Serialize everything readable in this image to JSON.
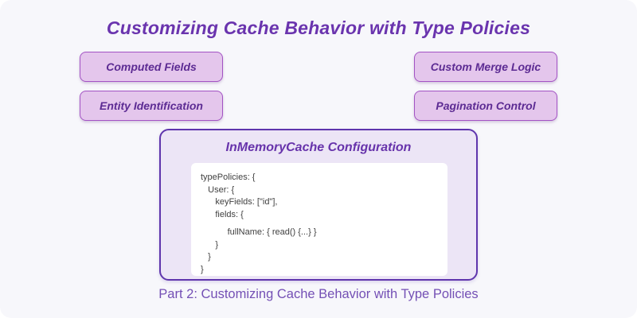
{
  "title": "Customizing Cache Behavior with Type Policies",
  "features": [
    {
      "label": "Computed Fields"
    },
    {
      "label": "Entity Identification"
    },
    {
      "label": "Custom Merge Logic"
    },
    {
      "label": "Pagination Control"
    }
  ],
  "config_panel": {
    "title": "InMemoryCache Configuration",
    "code_lines": [
      "typePolicies: {",
      "   User: {",
      "      keyFields: [\"id\"],",
      "      fields: {",
      "           fullName: { read() {...} }",
      "      }",
      "   }",
      "}"
    ]
  },
  "caption": "Part 2: Customizing Cache Behavior with Type Policies",
  "colors": {
    "page_background": "#f7f7fb",
    "title_purple": "#6a34ae",
    "feature_box_fill": "#e4c6ec",
    "feature_box_border": "#a353c4",
    "feature_box_text": "#5c2b93",
    "panel_fill": "#ece5f6",
    "panel_border": "#5f35ad",
    "panel_title": "#6733ab",
    "code_background": "#ffffff",
    "code_text": "#404040",
    "caption_purple": "#7450b5"
  }
}
